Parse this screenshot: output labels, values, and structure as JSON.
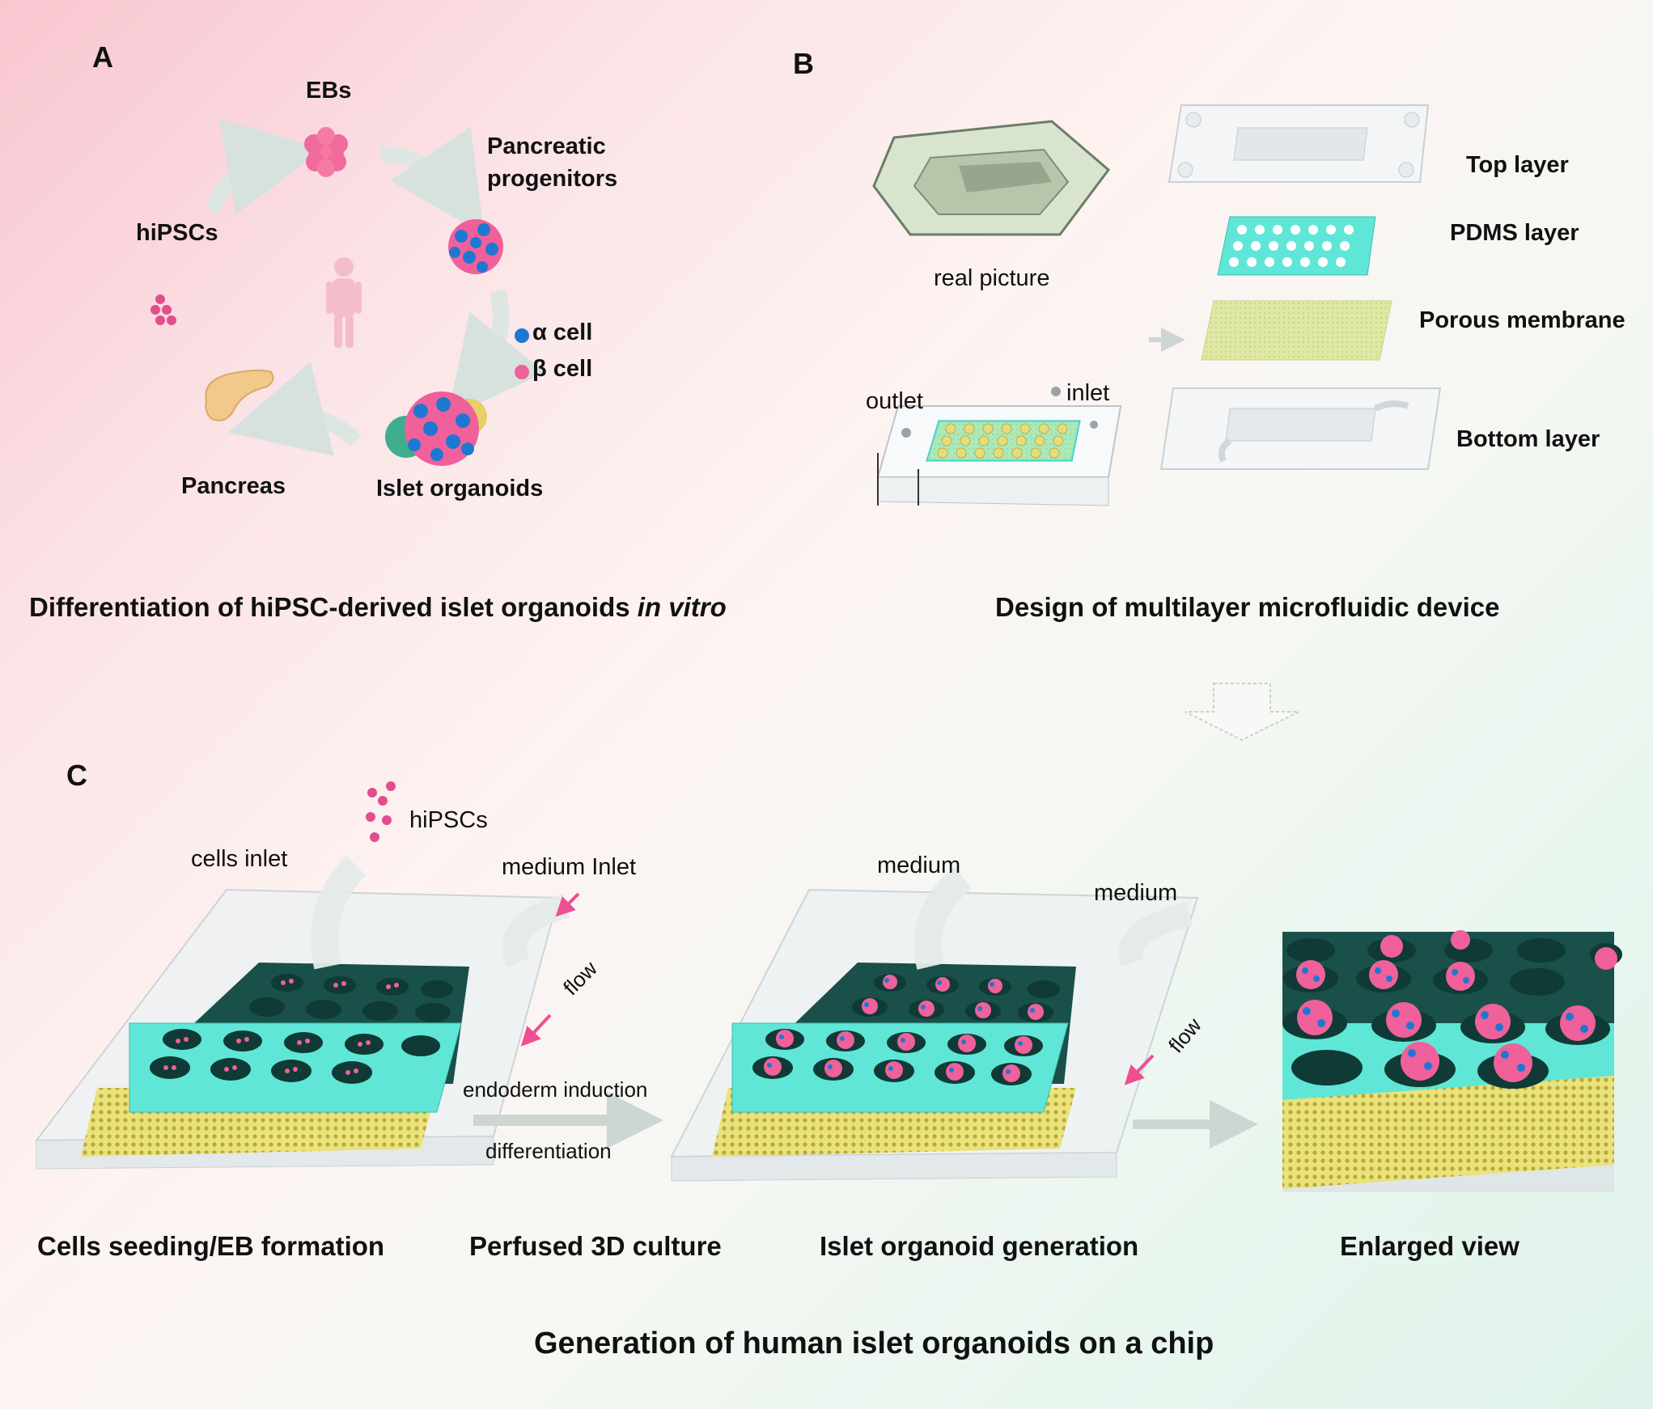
{
  "panel_a": {
    "letter": "A",
    "ebs": "EBs",
    "pancreatic_progenitors_1": "Pancreatic",
    "pancreatic_progenitors_2": "progenitors",
    "hipscs": "hiPSCs",
    "alpha_cell": "α cell",
    "beta_cell": "β cell",
    "pancreas": "Pancreas",
    "islet_organoids": "Islet organoids",
    "caption_main": "Differentiation of hiPSC-derived islet organoids ",
    "caption_italic": "in vitro"
  },
  "panel_b": {
    "letter": "B",
    "real_picture": "real picture",
    "outlet": "outlet",
    "inlet": "inlet",
    "top_layer": "Top layer",
    "pdms_layer": "PDMS layer",
    "porous_membrane": "Porous membrane",
    "bottom_layer": "Bottom layer",
    "caption": "Design of multilayer microfluidic device"
  },
  "panel_c": {
    "letter": "C",
    "hipscs": "hiPSCs",
    "cells_inlet": "cells inlet",
    "medium_inlet": "medium Inlet",
    "flow_1": "flow",
    "endoderm_induction": "endoderm induction",
    "differentiation": "differentiation",
    "medium_1": "medium",
    "medium_2": "medium",
    "flow_2": "flow",
    "cap_1": "Cells seeding/EB formation",
    "cap_2": "Perfused 3D culture",
    "cap_3": "Islet organoid generation",
    "cap_4": "Enlarged view"
  },
  "main_title": "Generation of human islet organoids on a chip",
  "colors": {
    "alpha": "#1e78d2",
    "beta": "#f0609a",
    "pdms": "#5fe6d6",
    "membrane": "#e9e27a",
    "arrow": "#dfe6e3",
    "flow_arrow": "#ec4f92"
  }
}
